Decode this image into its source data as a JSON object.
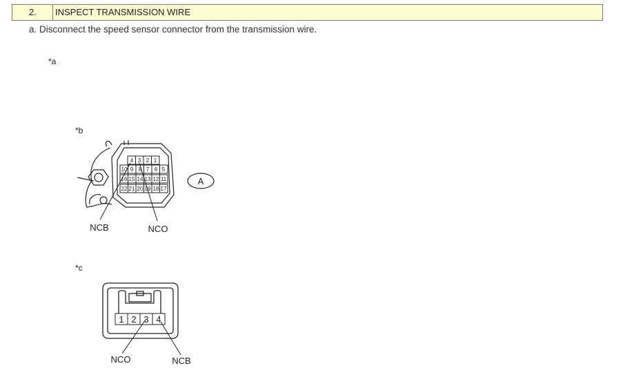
{
  "step": {
    "number": "2.",
    "title": "INSPECT TRANSMISSION WIRE"
  },
  "instruction": "a. Disconnect the speed sensor connector from the transmission wire.",
  "figure": {
    "label_a": "*a",
    "label_b": "*b",
    "label_c": "*c",
    "connector_b": {
      "row1": [
        "4",
        "3",
        "2",
        "1"
      ],
      "row2": [
        "10",
        "9",
        "8",
        "7",
        "6",
        "5"
      ],
      "row3": [
        "16",
        "15",
        "14",
        "13",
        "12",
        "11"
      ],
      "row4": [
        "22",
        "21",
        "20",
        "19",
        "18",
        "17"
      ],
      "callout": "A",
      "pin_label_left": "NCB",
      "pin_label_right": "NCO"
    },
    "connector_c": {
      "pins": [
        "1",
        "2",
        "3",
        "4"
      ],
      "pin_label_left": "NCO",
      "pin_label_right": "NCB"
    }
  }
}
